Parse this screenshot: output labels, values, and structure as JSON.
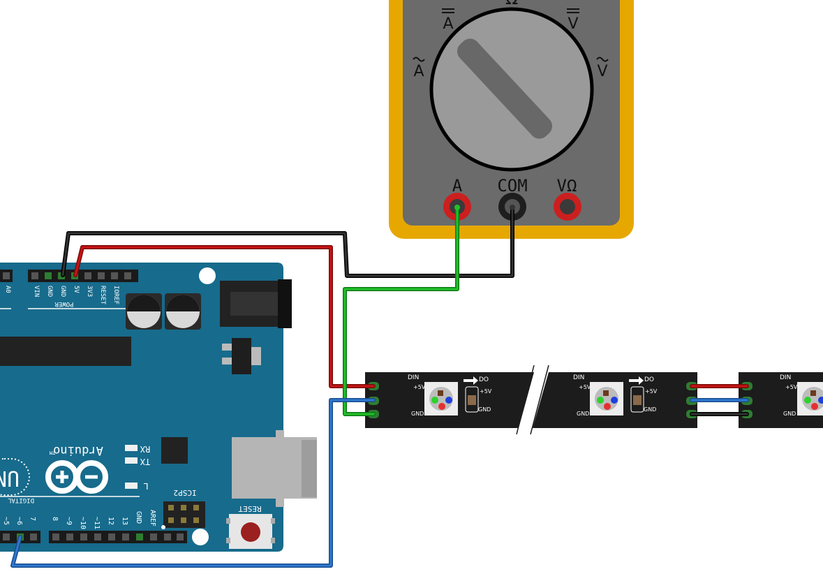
{
  "multimeter": {
    "dial": {
      "ohm": "Ω",
      "dc_amps": "A",
      "dc_volts": "V",
      "ac_amps": "A",
      "ac_volts": "V"
    },
    "ports": {
      "amps": "A",
      "common": "COM",
      "volt_ohm": "VΩ"
    },
    "colors": {
      "body": "#e6a800",
      "face": "#6b6b6b",
      "dial": "#9a9a9a",
      "port_red": "#cc1f1f",
      "port_black": "#1e1e1e"
    }
  },
  "arduino": {
    "board_color": "#176b8c",
    "header_top_labels": [
      "VIN",
      "GND",
      "GND",
      "5V",
      "3V3",
      "RESET",
      "IOREF"
    ],
    "power_label": "POWER",
    "analog_label": "A0",
    "brand": "Arduino",
    "trademark": "TM",
    "model_partial": "UN",
    "rx_label": "RX",
    "tx_label": "TX",
    "l_label": "L",
    "icsp_label": "ICSP2",
    "reset_label": "RESET",
    "digital_label": "DIGITAL",
    "digital_pins_left": [
      "~5",
      "~6",
      "7"
    ],
    "digital_pins_right": [
      "8",
      "~9",
      "~10",
      "~11",
      "12",
      "13",
      "GND",
      "AREF"
    ]
  },
  "led_strip": {
    "segments": [
      {
        "din": "DIN",
        "do": "DO",
        "vcc": "+5V",
        "vcc2": "+5V",
        "gnd": "GND",
        "gnd2": "GND"
      },
      {
        "din": "DIN",
        "do": "DO",
        "vcc": "+5V",
        "vcc2": "+5V",
        "gnd": "GND",
        "gnd2": "GND"
      },
      {
        "din": "DIN",
        "vcc": "+5V",
        "gnd": "GND"
      }
    ],
    "colors": {
      "strip": "#1c1c1c",
      "led_r": "#e53030",
      "led_g": "#2fd02f",
      "led_b": "#1f3fe0"
    }
  },
  "wires": {
    "colors": {
      "red": "#c81414",
      "black": "#222222",
      "green": "#22c02a",
      "blue": "#2f78d0"
    }
  }
}
